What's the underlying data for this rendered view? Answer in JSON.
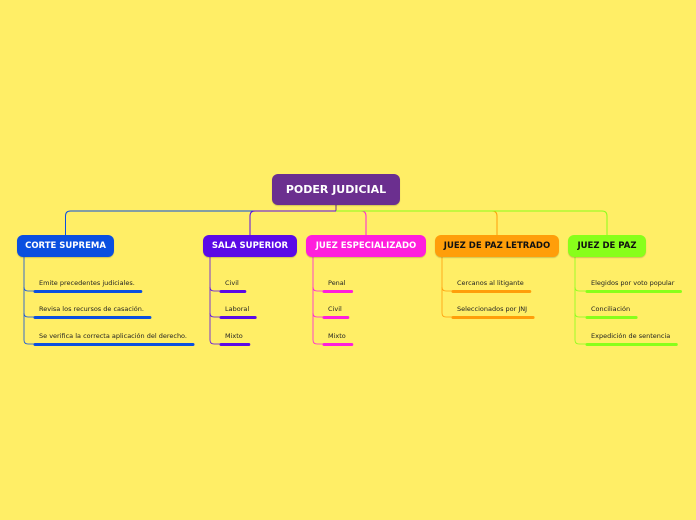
{
  "root": {
    "label": "PODER JUDICIAL",
    "color": "#6B2F8F"
  },
  "branches": [
    {
      "id": "corte",
      "label": "CORTE SUPREMA",
      "color": "#0A4FE0",
      "text_color": "#ffffff",
      "children": [
        "Emite precedentes judiciales.",
        "Revisa los recursos de casación.",
        "Se verifica la correcta aplicación del derecho."
      ]
    },
    {
      "id": "sala",
      "label": "SALA SUPERIOR",
      "color": "#5B0AE6",
      "text_color": "#ffffff",
      "children": [
        "Civil",
        "Laboral",
        "Mixto"
      ]
    },
    {
      "id": "especializado",
      "label": "JUEZ ESPECIALIZADO",
      "color": "#FF1EDC",
      "text_color": "#ffffff",
      "children": [
        "Penal",
        "Civil",
        "Mixto"
      ]
    },
    {
      "id": "letrado",
      "label": "JUEZ DE PAZ LETRADO",
      "color": "#FF9E0A",
      "text_color": "#111111",
      "children": [
        "Cercanos al litigante",
        "Seleccionados por JNJ"
      ]
    },
    {
      "id": "paz",
      "label": "JUEZ DE PAZ",
      "color": "#88FF1A",
      "text_color": "#111111",
      "children": [
        "Elegidos por voto popular",
        "Conciliación",
        "Expedición de sentencia"
      ]
    }
  ]
}
